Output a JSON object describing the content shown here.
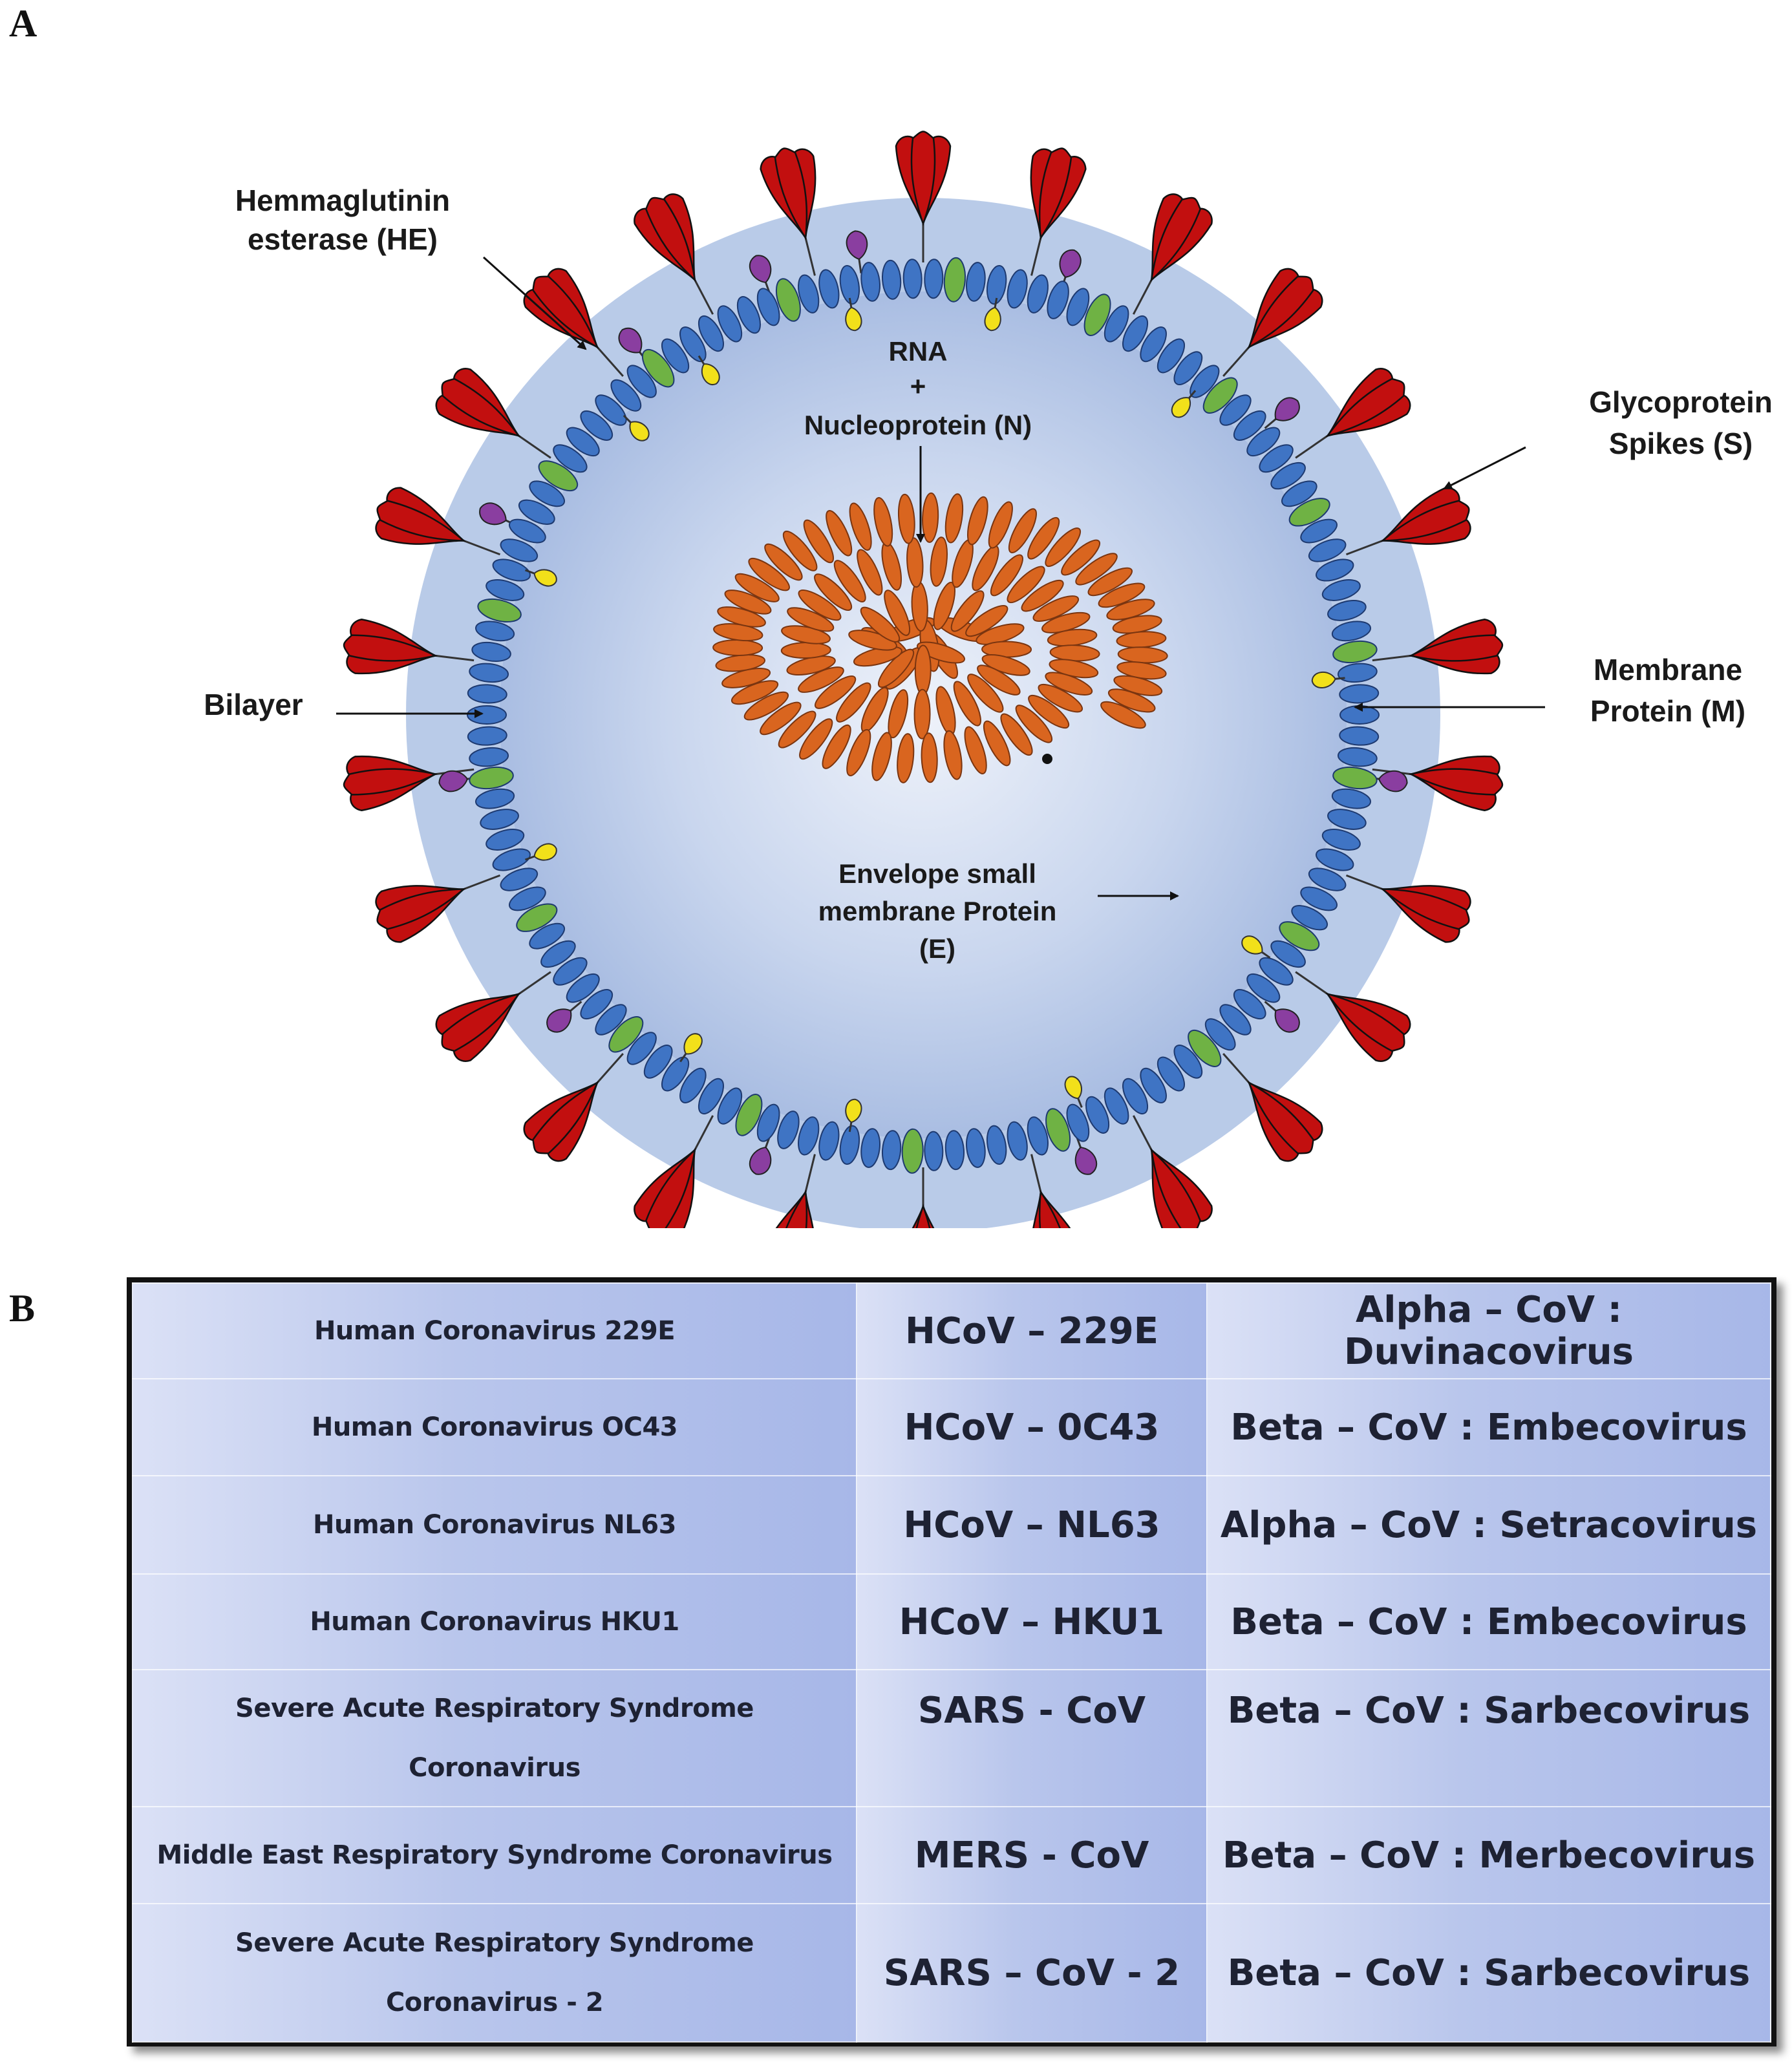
{
  "panel_a": "A",
  "panel_b": "B",
  "labels": {
    "he": [
      "Hemmaglutinin",
      "esterase (HE)"
    ],
    "rna": [
      "RNA",
      "+",
      "Nucleoprotein (N)"
    ],
    "spikes": [
      "Glycoprotein",
      "Spikes (S)"
    ],
    "bilayer": "Bilayer",
    "membrane": [
      "Membrane",
      "Protein (M)"
    ],
    "envelope": [
      "Envelope small",
      "membrane Protein",
      "(E)"
    ]
  },
  "colors": {
    "spike": "#c20f0f",
    "lipid": "#3f74c4",
    "m_protein": "#6fb244",
    "he_protein": "#8a3ea0",
    "e_protein": "#f2e01a",
    "nucleoprotein": "#d9651f",
    "interior": "#b7c7e6"
  },
  "table": {
    "rows": [
      {
        "name": [
          "Human Coronavirus 229E"
        ],
        "abbr": "HCoV – 229E",
        "genus": "Alpha – CoV : Duvinacovirus"
      },
      {
        "name": [
          "Human Coronavirus OC43"
        ],
        "abbr": "HCoV – 0C43",
        "genus": "Beta – CoV : Embecovirus"
      },
      {
        "name": [
          "Human Coronavirus NL63"
        ],
        "abbr": "HCoV – NL63",
        "genus": "Alpha – CoV : Setracovirus"
      },
      {
        "name": [
          "Human Coronavirus HKU1"
        ],
        "abbr": "HCoV – HKU1",
        "genus": "Beta – CoV : Embecovirus"
      },
      {
        "name": [
          "Severe Acute Respiratory Syndrome",
          "Coronavirus"
        ],
        "abbr": "SARS - CoV",
        "genus": "Beta – CoV : Sarbecovirus"
      },
      {
        "name": [
          "Middle East Respiratory Syndrome Coronavirus"
        ],
        "abbr": "MERS - CoV",
        "genus": "Beta – CoV : Merbecovirus"
      },
      {
        "name": [
          "Severe Acute Respiratory Syndrome",
          "Coronavirus - 2"
        ],
        "abbr": "SARS – CoV - 2",
        "genus": "Beta – CoV : Sarbecovirus"
      }
    ]
  }
}
